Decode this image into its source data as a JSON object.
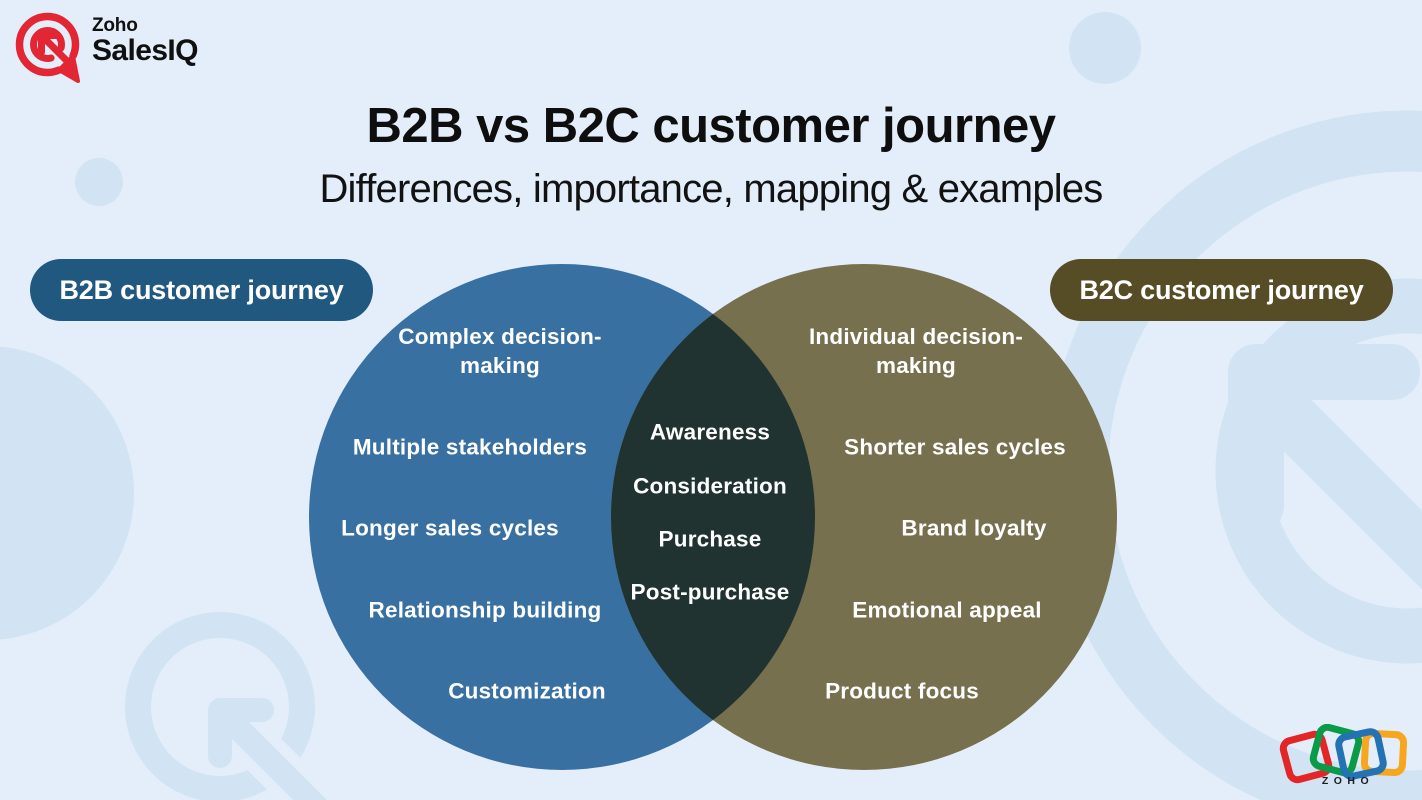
{
  "background": {
    "page_color": "#e3eefa",
    "decor_color": "#d2e3f3"
  },
  "brand_header": {
    "company": "Zoho",
    "product": "SalesIQ",
    "logo_color": "#e22634"
  },
  "title": {
    "heading": "B2B vs B2C customer journey",
    "subheading": "Differences, importance, mapping & examples"
  },
  "venn": {
    "b2b": {
      "label": "B2B customer journey",
      "pill_color": "#215880",
      "circle_color": "#3970a2",
      "items": [
        "Complex decision-making",
        "Multiple stakeholders",
        "Longer sales cycles",
        "Relationship building",
        "Customization"
      ]
    },
    "shared": {
      "overlap_color": "#213330",
      "items": [
        "Awareness",
        "Consideration",
        "Purchase",
        "Post-purchase"
      ]
    },
    "b2c": {
      "label": "B2C customer journey",
      "pill_color": "#564c26",
      "circle_color": "#77704f",
      "items": [
        "Individual decision-making",
        "Shorter sales cycles",
        "Brand loyalty",
        "Emotional appeal",
        "Product focus"
      ]
    }
  },
  "footer_brand": {
    "wordmark": "ZOHO",
    "square_colors": {
      "red": "#e42527",
      "green": "#0a9b48",
      "blue": "#2272b4",
      "orange": "#f6a71f"
    }
  }
}
